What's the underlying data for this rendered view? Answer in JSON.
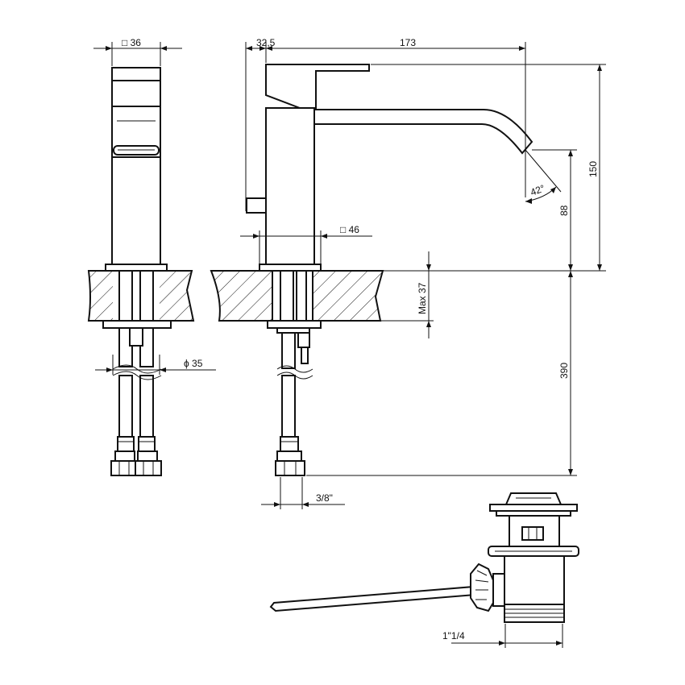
{
  "dimensions": {
    "body_square": "□ 36",
    "spout_offset": "32,5",
    "spout_reach": "173",
    "total_height": "150",
    "spout_angle": "42°",
    "spout_height": "88",
    "base_square": "□ 46",
    "max_thickness": "Max 37",
    "hole_diameter": "ϕ 35",
    "hose_length": "390",
    "hose_thread": "3/8\"",
    "waste_thread": "1\"1/4"
  }
}
